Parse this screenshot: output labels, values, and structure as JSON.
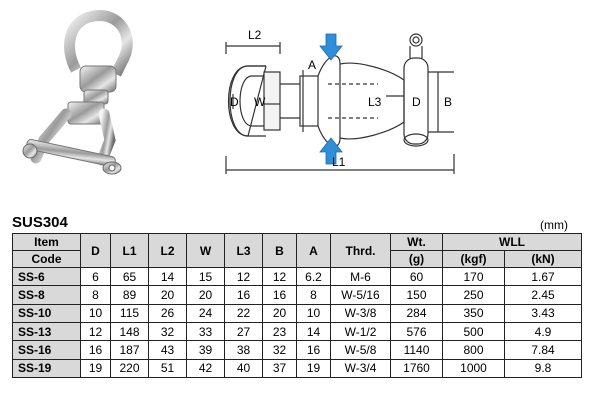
{
  "diagram_labels": {
    "l2": "L2",
    "a": "A",
    "w": "W",
    "d_left": "D",
    "l3": "L3",
    "d_right": "D",
    "b": "B",
    "l1": "L1"
  },
  "material": "SUS304",
  "unit": "(mm)",
  "table": {
    "headers": {
      "item": "Item",
      "code": "Code",
      "d": "D",
      "l1": "L1",
      "l2": "L2",
      "w": "W",
      "l3": "L3",
      "b": "B",
      "a": "A",
      "thrd": "Thrd.",
      "wt": "Wt.",
      "wt_unit": "(g)",
      "wll": "WLL",
      "kgf": "(kgf)",
      "kn": "(kN)"
    },
    "rows": [
      {
        "code": "SS-6",
        "d": "6",
        "l1": "65",
        "l2": "14",
        "w": "15",
        "l3": "12",
        "b": "12",
        "a": "6.2",
        "thrd": "M-6",
        "wt": "60",
        "kgf": "170",
        "kn": "1.67"
      },
      {
        "code": "SS-8",
        "d": "8",
        "l1": "89",
        "l2": "20",
        "w": "20",
        "l3": "16",
        "b": "16",
        "a": "8",
        "thrd": "W-5/16",
        "wt": "150",
        "kgf": "250",
        "kn": "2.45"
      },
      {
        "code": "SS-10",
        "d": "10",
        "l1": "115",
        "l2": "26",
        "w": "24",
        "l3": "22",
        "b": "20",
        "a": "10",
        "thrd": "W-3/8",
        "wt": "284",
        "kgf": "350",
        "kn": "3.43"
      },
      {
        "code": "SS-13",
        "d": "12",
        "l1": "148",
        "l2": "32",
        "w": "33",
        "l3": "27",
        "b": "23",
        "a": "14",
        "thrd": "W-1/2",
        "wt": "576",
        "kgf": "500",
        "kn": "4.9"
      },
      {
        "code": "SS-16",
        "d": "16",
        "l1": "187",
        "l2": "43",
        "w": "39",
        "l3": "38",
        "b": "32",
        "a": "16",
        "thrd": "W-5/8",
        "wt": "1140",
        "kgf": "800",
        "kn": "7.84"
      },
      {
        "code": "SS-19",
        "d": "19",
        "l1": "220",
        "l2": "51",
        "w": "42",
        "l3": "40",
        "b": "37",
        "a": "19",
        "thrd": "W-3/4",
        "wt": "1760",
        "kgf": "1000",
        "kn": "9.8"
      }
    ]
  },
  "colors": {
    "arrow": "#2f8ed8",
    "header_bg": "#d9d9d9"
  }
}
